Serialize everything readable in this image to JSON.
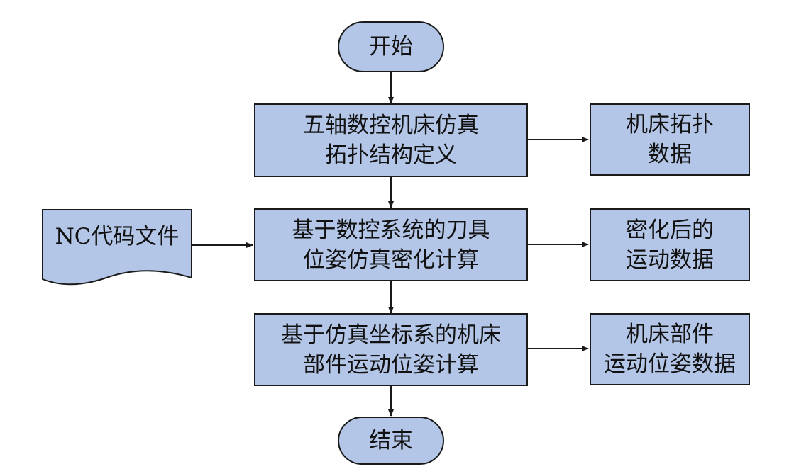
{
  "nodes": {
    "start": "开始",
    "step1": "五轴数控机床仿真\n拓扑结构定义",
    "out1": "机床拓扑\n数据",
    "input": "NC代码文件",
    "step2": "基于数控系统的刀具\n位姿仿真密化计算",
    "out2": "密化后的\n运动数据",
    "step3": "基于仿真坐标系的机床\n部件运动位姿计算",
    "out3": "机床部件\n运动位姿数据",
    "end": "结束"
  },
  "colors": {
    "fill": "#b3c6e7",
    "stroke": "#1a1a1a"
  }
}
